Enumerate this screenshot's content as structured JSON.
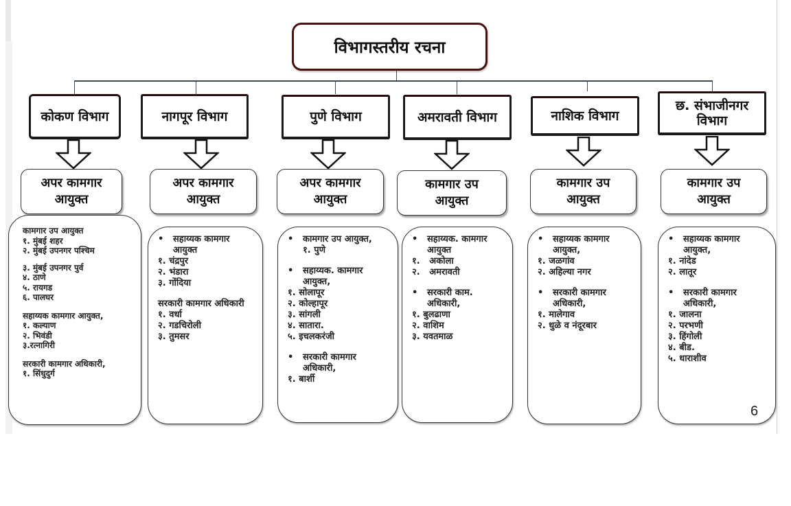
{
  "root": {
    "title": "विभागस्तरीय रचना"
  },
  "divisions": [
    {
      "name": "कोकण विभाग",
      "officer": "अपर कामगार आयुक्त",
      "groups": [
        {
          "title": "कामगार उप आयुक्त",
          "bullet": false,
          "items": [
            "१. मुंबई शहर",
            "२. मुंबई उपनगर पश्चिम",
            "",
            "३. मुंबई उपनगर पुर्व",
            "४. ठाणे",
            "५. रायगड",
            "६. पालघर"
          ]
        },
        {
          "title": "सहाय्यक कामगार आयुक्त,",
          "bullet": false,
          "items": [
            "१. कल्याण",
            "२. भिवंडी",
            "३.रत्नागिरी"
          ]
        },
        {
          "title": "सरकारी कामगार अधिकारी,",
          "bullet": false,
          "items": [
            "१. सिंधुदुर्ग"
          ]
        }
      ]
    },
    {
      "name": "नागपूर विभाग",
      "officer": "अपर कामगार आयुक्त",
      "groups": [
        {
          "title": "सहाय्यक कामगार आयुक्त",
          "bullet": true,
          "items": [
            "१. चंद्रपुर",
            "२. भंडारा",
            "३. गोंदिया"
          ]
        },
        {
          "title": "सरकारी कामगार अधिकारी",
          "bullet": false,
          "items": [
            "१. वर्धा",
            "२. गडचिरोली",
            "३. तुमसर"
          ]
        }
      ]
    },
    {
      "name": "पुणे विभाग",
      "officer": "अपर कामगार आयुक्त",
      "groups": [
        {
          "title": "कामगार उप आयुक्त,",
          "bullet": true,
          "items": [
            "१. पुणे"
          ]
        },
        {
          "title": "सहाय्यक. कामगार आयुक्त,",
          "bullet": true,
          "items": [
            "१. सोलापूर",
            "२. कोल्हापूर",
            "३. सांगली",
            "४. सातारा.",
            "५. इचलकरंजी"
          ]
        },
        {
          "title": "सरकारी कामगार अधिकारी,",
          "bullet": true,
          "items": [
            "१. बार्शी"
          ]
        }
      ]
    },
    {
      "name": "अमरावती विभाग",
      "officer": "कामगार उप आयुक्त",
      "groups": [
        {
          "title": "सहाय्यक. कामगार आयुक्त",
          "bullet": true,
          "items": [
            "१.   अकोला",
            "२.   अमरावती"
          ]
        },
        {
          "title": "सरकारी काम. अधिकारी,",
          "bullet": true,
          "items": [
            "१. बुलढाणा",
            "२. वाशिम",
            "३. यवतमाळ"
          ]
        }
      ]
    },
    {
      "name": "नाशिक विभाग",
      "officer": "कामगार उप आयुक्त",
      "groups": [
        {
          "title": "सहाय्यक कामगार आयुक्त,",
          "bullet": true,
          "items": [
            "१. जळगांव",
            "२. अहिल्या नगर"
          ]
        },
        {
          "title": "सरकारी कामगार अधिकारी,",
          "bullet": true,
          "items": [
            "१. मालेगाव",
            "२. धुळे व नंदूरबार"
          ]
        }
      ]
    },
    {
      "name": "छ. संभाजीनगर विभाग",
      "officer": "कामगार उप आयुक्त",
      "groups": [
        {
          "title": "सहाय्यक कामगार आयुक्त,",
          "bullet": true,
          "items": [
            "१. नांदेड",
            "२. लातूर"
          ]
        },
        {
          "title": "सरकारी कामगार अधिकारी,",
          "bullet": true,
          "items": [
            "१. जालना",
            "२. परभणी",
            "३. हिंगोली",
            "४. बीड.",
            "५. धाराशीव"
          ]
        }
      ]
    }
  ],
  "page_number": "6",
  "colors": {
    "root_border": "#4a1010",
    "division_border": "#1a1a1a",
    "connector": "#3a4a5a"
  }
}
